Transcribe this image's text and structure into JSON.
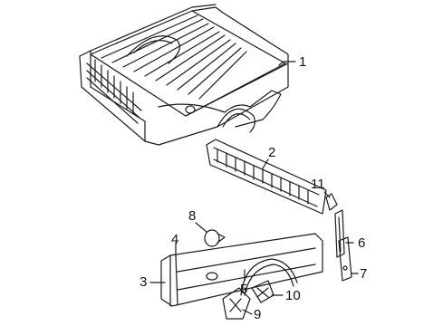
{
  "diagram": {
    "callouts": [
      "1",
      "2",
      "3",
      "4",
      "5",
      "6",
      "7",
      "8",
      "9",
      "10",
      "11"
    ],
    "line_color": "#1a1a1a",
    "background": "#ffffff"
  }
}
